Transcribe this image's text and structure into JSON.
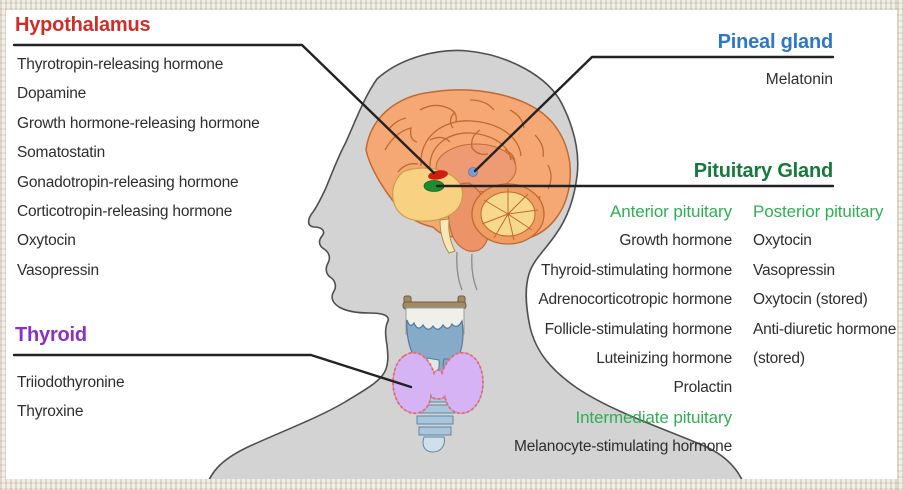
{
  "figure": {
    "description": "Endocrine glands of the head and neck with their hormones",
    "head_silhouette_color": "#d3d3d3",
    "brain_color": "#f6a874",
    "cerebellum_inner_color": "#f7d98d",
    "hypothalamus_area_color": "#f8d282",
    "thyroid_gland_color": "#d5b3f4",
    "larynx_color": "#85abc9",
    "pointer_line_color": "#222222"
  },
  "sections": {
    "hypothalamus": {
      "title": "Hypothalamus",
      "title_color": "#cc2f28",
      "hormones": [
        "Thyrotropin-releasing hormone",
        "Dopamine",
        "Growth hormone-releasing hormone",
        "Somatostatin",
        "Gonadotropin-releasing hormone",
        "Corticotropin-releasing hormone",
        "Oxytocin",
        "Vasopressin"
      ]
    },
    "pineal": {
      "title": "Pineal gland",
      "title_color": "#2c77c8",
      "hormones_0": "Melatonin"
    },
    "pituitary": {
      "title": "Pituitary Gland",
      "title_color": "#157a3c",
      "subsection_color": "#2fae55",
      "anterior": {
        "label": "Anterior pituitary",
        "hormones": [
          "Growth hormone",
          "Thyroid-stimulating hormone",
          "Adrenocorticotropic hormone",
          "Follicle-stimulating hormone",
          "Luteinizing hormone",
          "Prolactin"
        ]
      },
      "posterior": {
        "label": "Posterior pituitary",
        "hormones": [
          "Oxytocin",
          "Vasopressin",
          "Oxytocin (stored)",
          "Anti-diuretic hormone (stored)"
        ]
      },
      "intermediate": {
        "label": "Intermediate pituitary",
        "hormones": [
          "Melanocyte-stimulating hormone"
        ]
      }
    },
    "thyroid": {
      "title": "Thyroid",
      "title_color": "#8b2fc9",
      "hormones": [
        "Triiodothyronine",
        "Thyroxine"
      ]
    }
  }
}
